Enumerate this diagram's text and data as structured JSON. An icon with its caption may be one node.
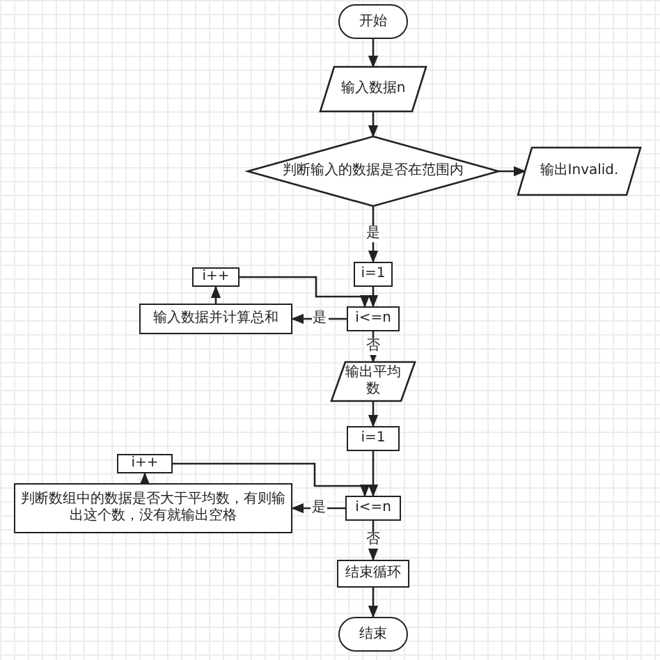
{
  "diagram": {
    "nodes": [
      {
        "text": [
          "开始"
        ]
      },
      {
        "text": [
          "输入数据n"
        ]
      },
      {
        "text": [
          "判断输入的数据是否在范围内"
        ]
      },
      {
        "text": [
          "输出Invalid."
        ]
      },
      {
        "text": [
          "i=1"
        ]
      },
      {
        "text": [
          "i<=n"
        ]
      },
      {
        "text": [
          "输入数据并计算总和"
        ]
      },
      {
        "text": [
          "i++"
        ]
      },
      {
        "text": [
          "输出平均数"
        ]
      },
      {
        "text": [
          "i=1"
        ]
      },
      {
        "text": [
          "i<=n"
        ]
      },
      {
        "text": [
          "判断数组中的数据是否大于平均数，有则输出这个数，没有就输出空格"
        ]
      },
      {
        "text": [
          "i++"
        ]
      },
      {
        "text": [
          "结束循环"
        ]
      },
      {
        "text": [
          "结束"
        ]
      }
    ],
    "edges": [
      {
        "from": 0,
        "to": 1,
        "arrow": "to"
      },
      {
        "from": 1,
        "to": 2,
        "arrow": "to"
      },
      {
        "from": 2,
        "to": 3,
        "arrow": "to"
      },
      {
        "from": 2,
        "to": 4,
        "arrow": "to",
        "label": "是"
      },
      {
        "from": 4,
        "to": 5,
        "arrow": "to"
      },
      {
        "from": 5,
        "to": 6,
        "arrow": "to",
        "label": "是"
      },
      {
        "from": 6,
        "to": 7,
        "arrow": "to"
      },
      {
        "from": 7,
        "to": 5,
        "arrow": "to"
      },
      {
        "from": 5,
        "to": 8,
        "arrow": "to",
        "label": "否"
      },
      {
        "from": 8,
        "to": 9,
        "arrow": "to"
      },
      {
        "from": 9,
        "to": 10,
        "arrow": "to"
      },
      {
        "from": 10,
        "to": 11,
        "arrow": "to",
        "label": "是"
      },
      {
        "from": 11,
        "to": 12,
        "arrow": "to"
      },
      {
        "from": 12,
        "to": 10,
        "arrow": "to"
      },
      {
        "from": 10,
        "to": 13,
        "arrow": "to",
        "label": "否"
      },
      {
        "from": 13,
        "to": 14,
        "arrow": "to"
      }
    ]
  }
}
